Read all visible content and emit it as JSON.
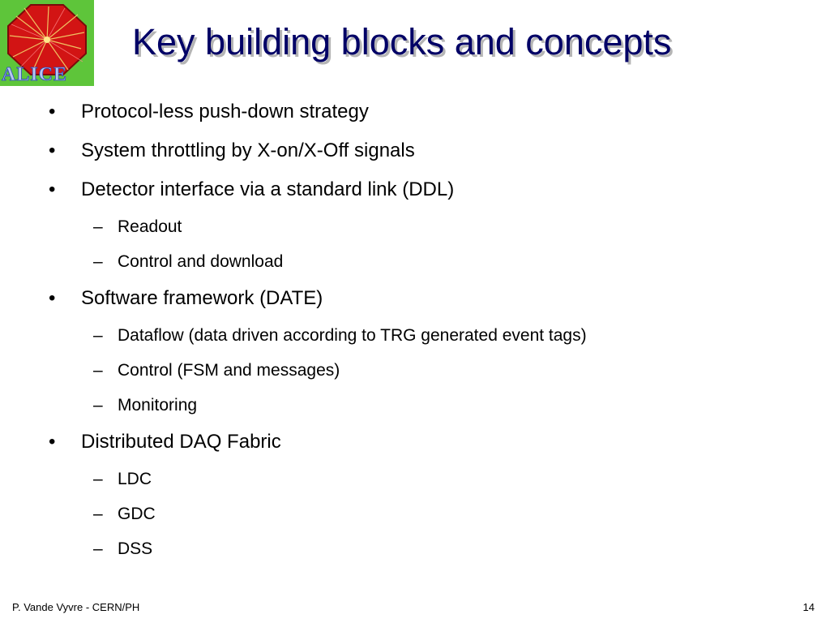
{
  "logo": {
    "icon": "alice-octagon-logo",
    "word": "ALICE",
    "colors": {
      "frame": "#5ec53a",
      "octagon": "#d21414",
      "tracks": "#f3d46a"
    }
  },
  "slide": {
    "title": "Key building blocks and concepts",
    "title_color": "#000066",
    "bullets": [
      {
        "text": "Protocol-less push-down strategy",
        "subs": []
      },
      {
        "text": "System throttling by X-on/X-Off signals",
        "subs": []
      },
      {
        "text": "Detector interface via a standard link (DDL)",
        "subs": [
          "Readout",
          "Control and download"
        ]
      },
      {
        "text": "Software framework (DATE)",
        "subs": [
          "Dataflow (data driven according to TRG generated event tags)",
          "Control (FSM and messages)",
          "Monitoring"
        ]
      },
      {
        "text": "Distributed DAQ Fabric",
        "subs": [
          "LDC",
          "GDC",
          "DSS"
        ]
      }
    ]
  },
  "footer": {
    "author": "P. Vande Vyvre - CERN/PH",
    "page_number": "14"
  }
}
